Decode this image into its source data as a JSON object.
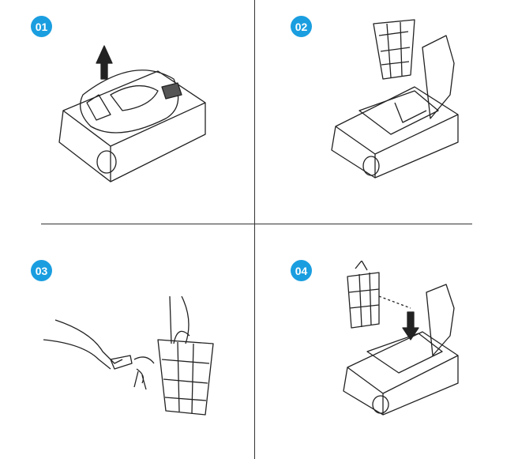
{
  "steps": [
    {
      "number": "01"
    },
    {
      "number": "02"
    },
    {
      "number": "03"
    },
    {
      "number": "04"
    }
  ],
  "colors": {
    "badge": "#1a9ee0",
    "line": "#333333"
  }
}
